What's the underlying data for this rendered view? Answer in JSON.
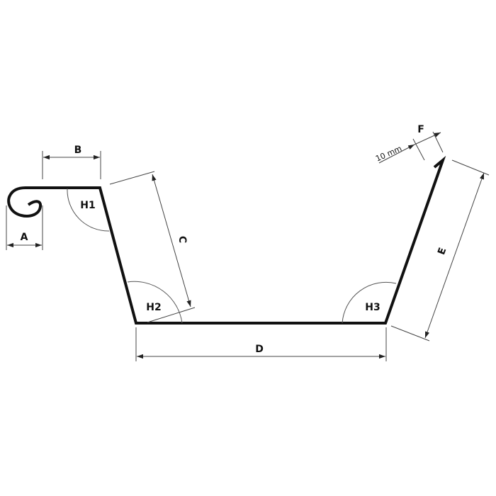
{
  "diagram": {
    "type": "gutter-profile-cross-section",
    "colors": {
      "profile": "#111111",
      "dimension": "#444444",
      "background": "#ffffff"
    },
    "dimensions": {
      "A": "A",
      "B": "B",
      "C": "C",
      "D": "D",
      "E": "E",
      "F": "F",
      "F_note": "10 mm"
    },
    "angles": {
      "H1": "H1",
      "H2": "H2",
      "H3": "H3"
    }
  }
}
